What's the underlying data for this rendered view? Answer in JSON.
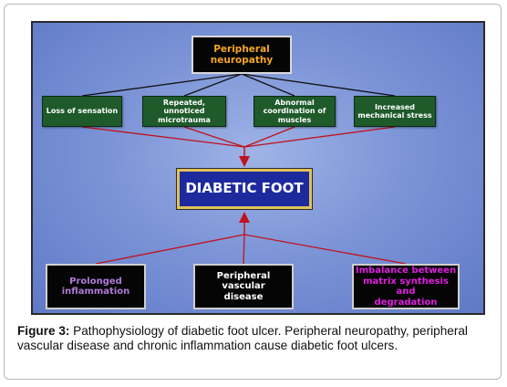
{
  "diagram": {
    "top_node": "Peripheral\nneuropathy",
    "causes": [
      "Loss of sensation",
      "Repeated,\nunnoticed\nmicrotrauma",
      "Abnormal\ncoordination of\nmuscles",
      "Increased\nmechanical stress"
    ],
    "center_node": "DIABETIC FOOT",
    "bottom_nodes": [
      "Prolonged\ninflammation",
      "Peripheral vascular\ndisease",
      "Imbalance between\nmatrix synthesis and\ndegradation"
    ],
    "colors": {
      "background": "#7d95d7",
      "arrows": "#c0121c",
      "top_text": "#f5a623",
      "cause_box": "#1e5a2a",
      "center_box": "#1d2a9e",
      "center_border": "#e0c15a",
      "inflammation_text": "#b07ad9",
      "imbalance_text": "#e01ee0"
    }
  },
  "caption": {
    "label": "Figure 3:",
    "text": " Pathophysiology of diabetic foot ulcer. Peripheral neuropathy, peripheral vascular disease and chronic inflammation cause diabetic foot ulcers."
  }
}
